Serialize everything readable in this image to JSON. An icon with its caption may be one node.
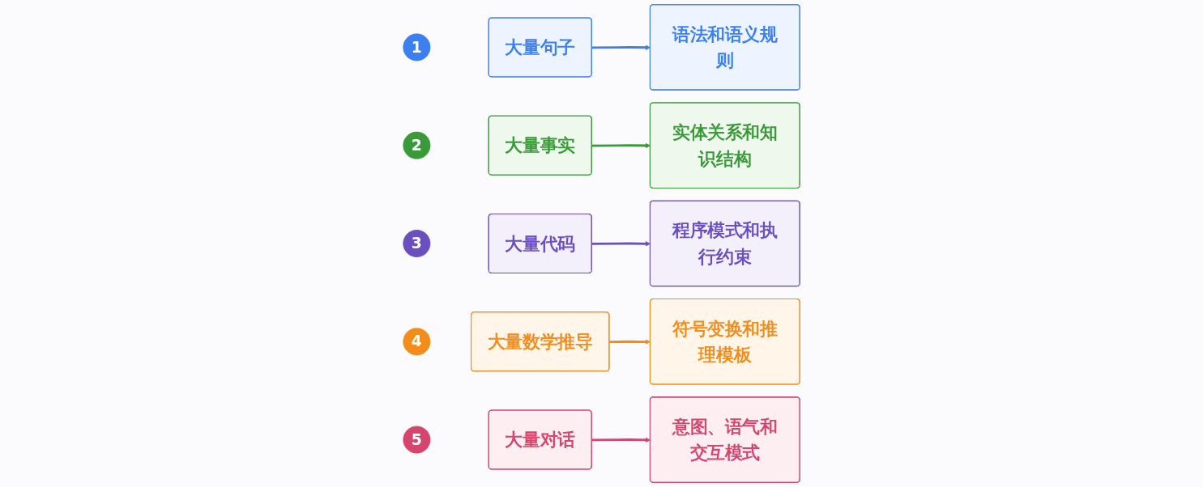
{
  "diagram": {
    "nodes": [
      {
        "text": [
          "1"
        ]
      },
      {
        "text": [
          "大量句子"
        ]
      },
      {
        "text": [
          "语法和语义规则"
        ]
      },
      {
        "text": [
          "2"
        ]
      },
      {
        "text": [
          "大量事实"
        ]
      },
      {
        "text": [
          "实体关系和知识结构"
        ]
      },
      {
        "text": [
          "3"
        ]
      },
      {
        "text": [
          "大量代码"
        ]
      },
      {
        "text": [
          "程序模式和执行约束"
        ]
      },
      {
        "text": [
          "4"
        ]
      },
      {
        "text": [
          "大量数学推导"
        ]
      },
      {
        "text": [
          "符号变换和推理模板"
        ]
      },
      {
        "text": [
          "5"
        ]
      },
      {
        "text": [
          "大量对话"
        ]
      },
      {
        "text": [
          "意图、语气和交互模式"
        ]
      }
    ],
    "edges": [
      {
        "from": 1,
        "to": 2,
        "arrow": "to",
        "color": "#3b7ff0"
      },
      {
        "from": 4,
        "to": 5,
        "arrow": "to",
        "color": "#3a9a3a"
      },
      {
        "from": 7,
        "to": 8,
        "arrow": "to",
        "color": "#6b4fbf"
      },
      {
        "from": 10,
        "to": 11,
        "arrow": "to",
        "color": "#f28c1a"
      },
      {
        "from": 13,
        "to": 14,
        "arrow": "to",
        "color": "#d6456e"
      }
    ]
  }
}
